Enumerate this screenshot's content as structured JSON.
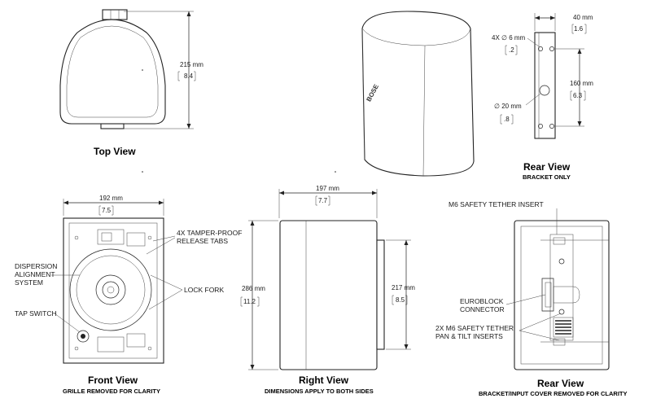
{
  "top_view": {
    "title": "Top View",
    "dim_mm": "215 mm",
    "dim_in": "8.4"
  },
  "perspective_view": {
    "brand": "BOSE"
  },
  "rear_bracket": {
    "title": "Rear View",
    "subtitle": "BRACKET ONLY",
    "width_mm": "40 mm",
    "width_in": "1.6",
    "hole_mm": "4X ∅ 6 mm",
    "hole_in": ".2",
    "center_hole_mm": "∅ 20 mm",
    "center_hole_in": ".8",
    "spacing_mm": "160 mm",
    "spacing_in": "6.3"
  },
  "front_view": {
    "title": "Front View",
    "subtitle": "GRILLE REMOVED FOR CLARITY",
    "width_mm": "192 mm",
    "width_in": "7.5",
    "callouts": {
      "tabs_1": "4X TAMPER-PROOF",
      "tabs_2": "RELEASE TABS",
      "dispersion_1": "DISPERSION",
      "dispersion_2": "ALIGNMENT",
      "dispersion_3": "SYSTEM",
      "lock_fork": "LOCK FORK",
      "tap_switch": "TAP SWITCH"
    }
  },
  "right_view": {
    "title": "Right View",
    "subtitle": "DIMENSIONS APPLY TO BOTH SIDES",
    "depth_mm": "197 mm",
    "depth_in": "7.7",
    "height_mm": "286 mm",
    "height_in": "11.2",
    "bracket_mm": "217 mm",
    "bracket_in": "8.5"
  },
  "rear_cover": {
    "title": "Rear View",
    "subtitle": "BRACKET/INPUT COVER REMOVED FOR CLARITY",
    "callouts": {
      "tether": "M6 SAFETY TETHER INSERT",
      "euroblock_1": "EUROBLOCK",
      "euroblock_2": "CONNECTOR",
      "inserts_1": "2X M6 SAFETY TETHER",
      "inserts_2": "PAN & TILT INSERTS"
    }
  }
}
